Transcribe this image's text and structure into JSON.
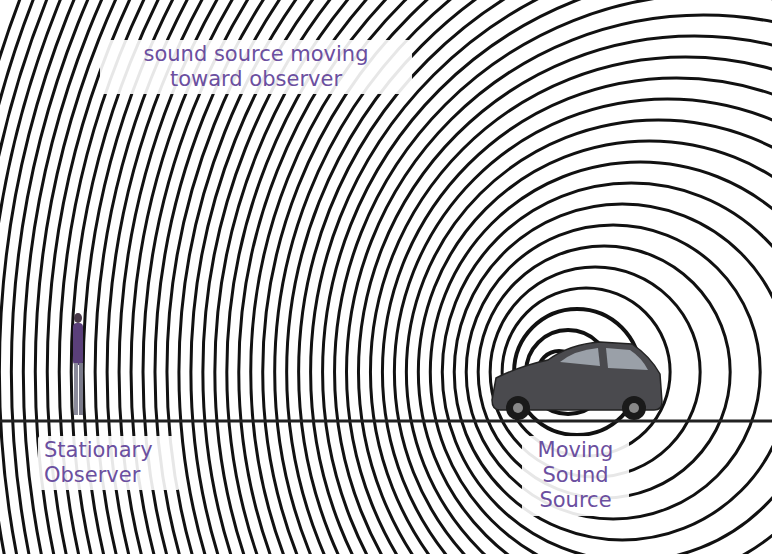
{
  "diagram": {
    "labels": [
      "sound source moving toward observer",
      "Stationary Observer",
      "Moving Sound Source"
    ]
  }
}
